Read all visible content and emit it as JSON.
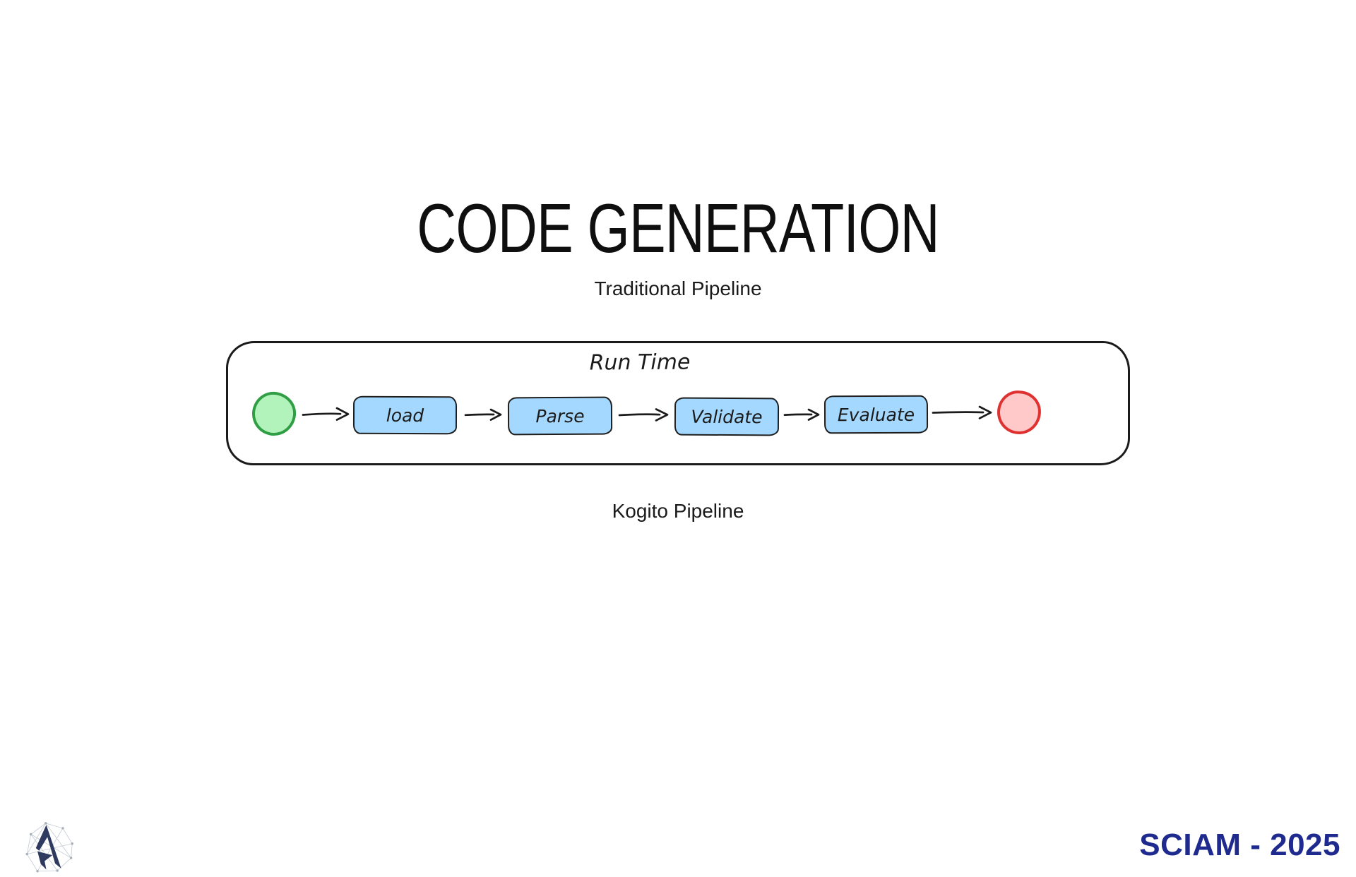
{
  "slide": {
    "title": "CODE GENERATION",
    "section_label_top": "Traditional Pipeline",
    "section_label_bottom": "Kogito Pipeline"
  },
  "diagram": {
    "frame_label": "Run Time",
    "frame_stroke": "#1b1b1b",
    "start_node": {
      "name": "start-event",
      "fill": "#b2f2bb",
      "stroke": "#2f9e44"
    },
    "end_node": {
      "name": "end-event",
      "fill": "#ffc9c9",
      "stroke": "#e03131"
    },
    "nodes": [
      {
        "label": "load"
      },
      {
        "label": "Parse"
      },
      {
        "label": "Validate"
      },
      {
        "label": "Evaluate"
      }
    ],
    "node_fill": "#a5d8ff",
    "node_stroke": "#1e1e1e",
    "arrow_color": "#1b1b1b",
    "flow_arrow_icon": "right-arrow-icon"
  },
  "footer": {
    "brand_text": "SCIAM - 2025",
    "brand_color": "#1e2a8d",
    "logo_icon": "arrow-spire-logo",
    "logo_color": "#2e3a5f"
  }
}
